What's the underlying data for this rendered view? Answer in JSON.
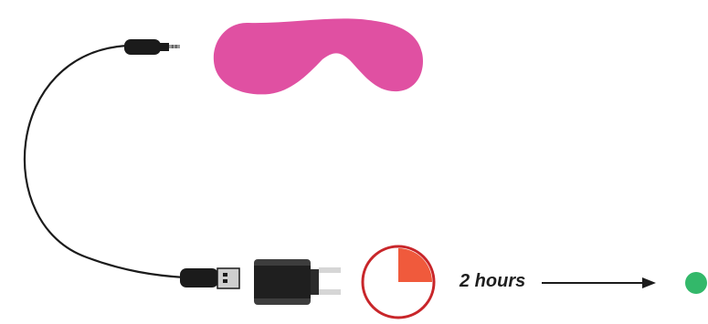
{
  "diagram": {
    "duration_label": "2 hours",
    "timer_fraction": 0.25,
    "colors": {
      "device": "#e050a2",
      "cable": "#1b1b1b",
      "plug_dark": "#1f1f1f",
      "plug_mid": "#3d3d3d",
      "timer_ring": "#c8262a",
      "timer_fill": "#f05a3c",
      "status_dot": "#33b86a",
      "prongs": "#d6d6d6",
      "usb_metal": "#cfcfcf"
    },
    "icons": {
      "device": "pink-eye-mask-device",
      "charger": "usb-wall-charger",
      "timer": "timer-clock-icon",
      "status": "green-status-dot"
    }
  }
}
